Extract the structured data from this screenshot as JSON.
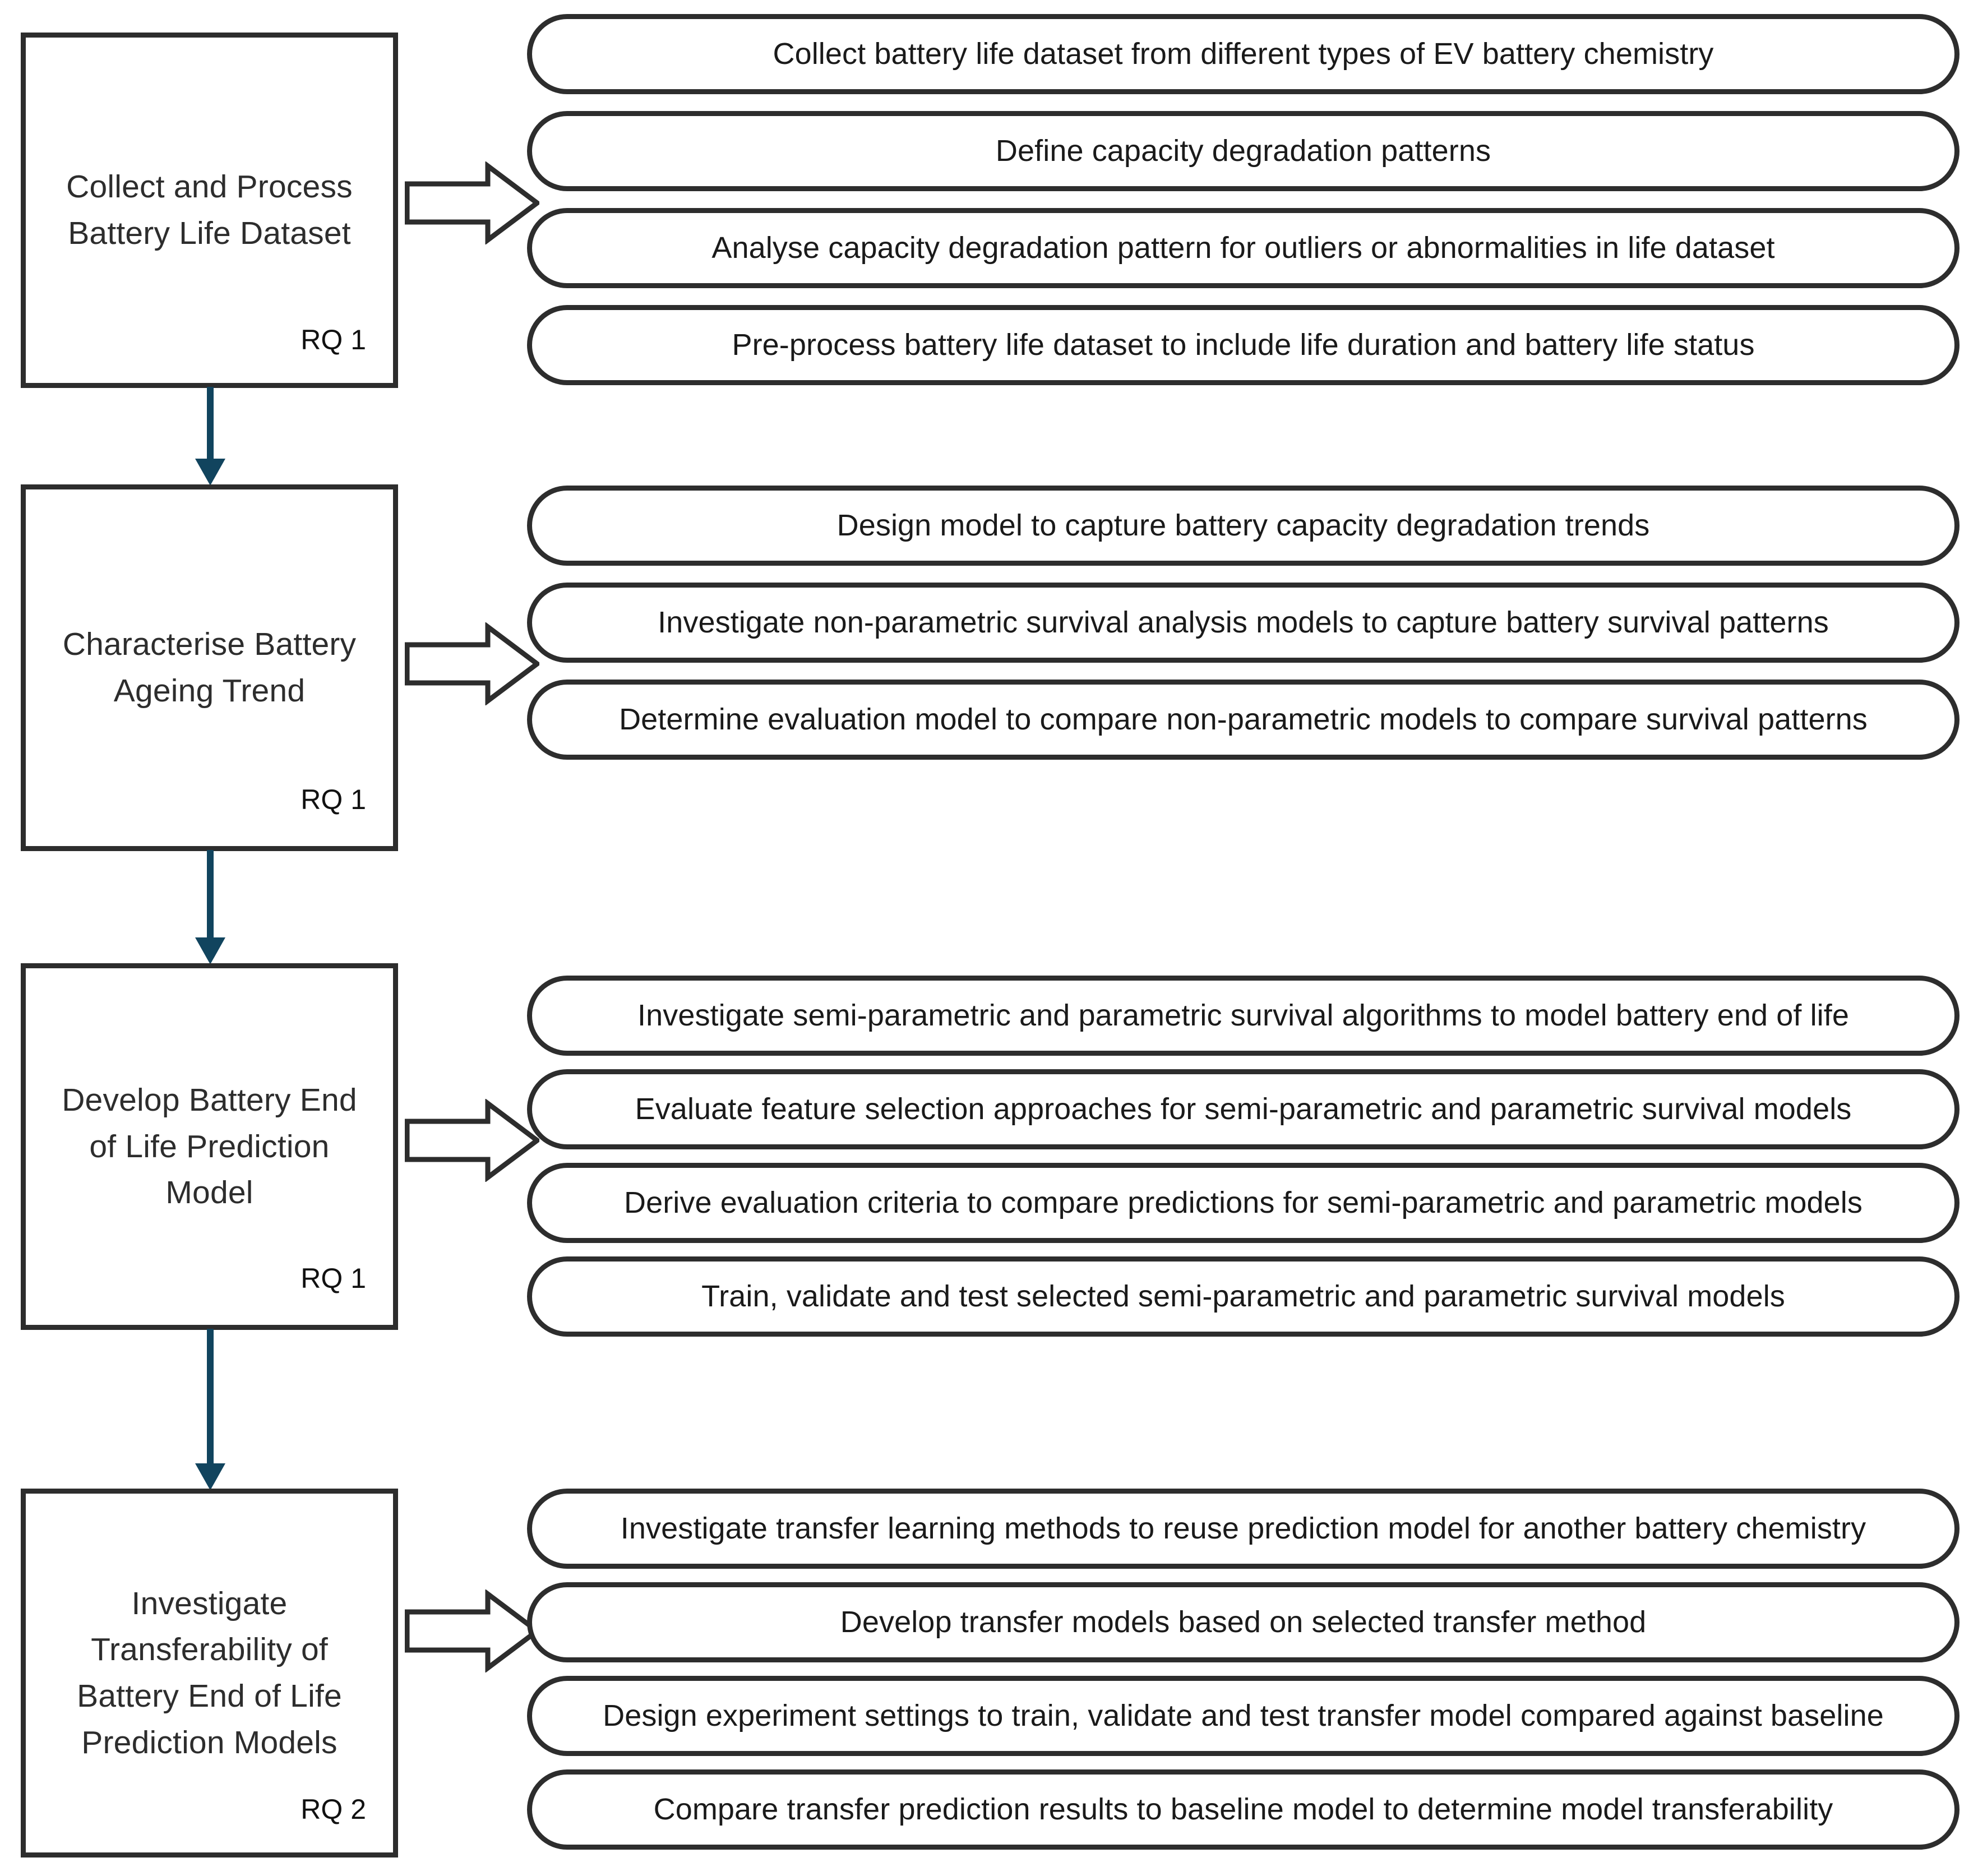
{
  "colors": {
    "outline": "#2d2d2d",
    "connector": "#11445e",
    "text": "#1a1a1a",
    "background": "#ffffff"
  },
  "diagram": {
    "type": "flowchart",
    "orientation": "vertical-stages-with-task-lists",
    "stage_count": 4
  },
  "stages": [
    {
      "id": "stage-1",
      "title": "Collect and Process\nBattery Life Dataset",
      "rq": "RQ 1",
      "arrow_icon": "block-arrow-right-icon",
      "tasks": [
        "Collect battery life dataset from different types of EV battery chemistry",
        "Define capacity degradation patterns",
        "Analyse capacity degradation pattern for outliers or abnormalities in life dataset",
        "Pre-process battery life dataset to include life duration and battery life status"
      ]
    },
    {
      "id": "stage-2",
      "title": "Characterise Battery\nAgeing Trend",
      "rq": "RQ 1",
      "arrow_icon": "block-arrow-right-icon",
      "tasks": [
        "Design model to capture battery capacity degradation trends",
        "Investigate non-parametric survival analysis models to capture battery survival patterns",
        "Determine evaluation model to compare non-parametric models to compare survival patterns"
      ]
    },
    {
      "id": "stage-3",
      "title": "Develop Battery End\nof Life Prediction\nModel",
      "rq": "RQ 1",
      "arrow_icon": "block-arrow-right-icon",
      "tasks": [
        "Investigate semi-parametric and parametric survival algorithms to model battery end of life",
        "Evaluate feature selection approaches for semi-parametric and parametric survival models",
        "Derive evaluation criteria to compare predictions for semi-parametric and  parametric models",
        "Train, validate and test selected semi-parametric and parametric survival models"
      ]
    },
    {
      "id": "stage-4",
      "title": "Investigate\nTransferability of\nBattery End of Life\nPrediction Models",
      "rq": "RQ 2",
      "arrow_icon": "block-arrow-right-icon",
      "tasks": [
        "Investigate transfer learning methods to reuse prediction model for another battery chemistry",
        "Develop transfer models based on selected transfer method",
        "Design experiment settings to train, validate and test transfer model compared against baseline",
        "Compare transfer prediction results to baseline model to determine model transferability"
      ]
    }
  ],
  "connectors": [
    {
      "from": "stage-1",
      "to": "stage-2",
      "icon": "down-arrow-icon"
    },
    {
      "from": "stage-2",
      "to": "stage-3",
      "icon": "down-arrow-icon"
    },
    {
      "from": "stage-3",
      "to": "stage-4",
      "icon": "down-arrow-icon"
    }
  ]
}
